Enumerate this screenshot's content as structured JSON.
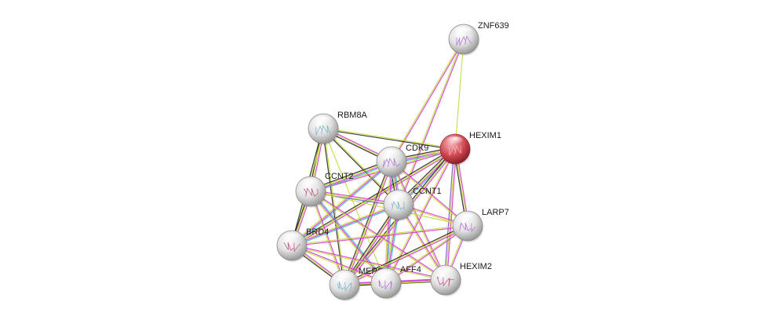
{
  "network": {
    "nodes": [
      {
        "id": "ZNF639",
        "label": "ZNF639",
        "query": false
      },
      {
        "id": "HEXIM1",
        "label": "HEXIM1",
        "query": true
      },
      {
        "id": "RBM8A",
        "label": "RBM8A",
        "query": false
      },
      {
        "id": "CDK9",
        "label": "CDK9",
        "query": false
      },
      {
        "id": "CCNT2",
        "label": "CCNT2",
        "query": false
      },
      {
        "id": "CCNT1",
        "label": "CCNT1",
        "query": false
      },
      {
        "id": "LARP7",
        "label": "LARP7",
        "query": false
      },
      {
        "id": "BRD4",
        "label": "BRD4",
        "query": false
      },
      {
        "id": "MEPCE",
        "label": "MEPCE",
        "query": false
      },
      {
        "id": "AFF4",
        "label": "AFF4",
        "query": false
      },
      {
        "id": "HEXIM2",
        "label": "HEXIM2",
        "query": false
      }
    ],
    "edges": [
      {
        "source": "ZNF639",
        "target": "HEXIM1",
        "evidence": [
          "textmining"
        ]
      },
      {
        "source": "ZNF639",
        "target": "CDK9",
        "evidence": [
          "experiments",
          "textmining"
        ]
      },
      {
        "source": "ZNF639",
        "target": "CCNT1",
        "evidence": [
          "experiments",
          "textmining"
        ]
      },
      {
        "source": "RBM8A",
        "target": "CDK9",
        "evidence": [
          "experiments",
          "textmining",
          "coexpression"
        ]
      },
      {
        "source": "RBM8A",
        "target": "HEXIM1",
        "evidence": [
          "textmining",
          "coexpression"
        ]
      },
      {
        "source": "RBM8A",
        "target": "CCNT2",
        "evidence": [
          "experiments",
          "textmining",
          "coexpression"
        ]
      },
      {
        "source": "RBM8A",
        "target": "CCNT1",
        "evidence": [
          "textmining",
          "coexpression"
        ]
      },
      {
        "source": "RBM8A",
        "target": "BRD4",
        "evidence": [
          "textmining",
          "coexpression"
        ]
      },
      {
        "source": "RBM8A",
        "target": "MEPCE",
        "evidence": [
          "textmining",
          "coexpression"
        ]
      },
      {
        "source": "RBM8A",
        "target": "AFF4",
        "evidence": [
          "textmining"
        ]
      },
      {
        "source": "HEXIM1",
        "target": "CDK9",
        "evidence": [
          "databases",
          "experiments",
          "textmining",
          "coexpression"
        ]
      },
      {
        "source": "HEXIM1",
        "target": "CCNT1",
        "evidence": [
          "databases",
          "experiments",
          "textmining",
          "coexpression"
        ]
      },
      {
        "source": "HEXIM1",
        "target": "CCNT2",
        "evidence": [
          "experiments",
          "textmining"
        ]
      },
      {
        "source": "HEXIM1",
        "target": "LARP7",
        "evidence": [
          "experiments",
          "textmining",
          "coexpression"
        ]
      },
      {
        "source": "HEXIM1",
        "target": "BRD4",
        "evidence": [
          "experiments",
          "textmining",
          "coexpression"
        ]
      },
      {
        "source": "HEXIM1",
        "target": "MEPCE",
        "evidence": [
          "experiments",
          "textmining",
          "coexpression"
        ]
      },
      {
        "source": "HEXIM1",
        "target": "AFF4",
        "evidence": [
          "experiments",
          "textmining"
        ]
      },
      {
        "source": "HEXIM1",
        "target": "HEXIM2",
        "evidence": [
          "experiments",
          "textmining",
          "homology"
        ]
      },
      {
        "source": "CDK9",
        "target": "CCNT1",
        "evidence": [
          "databases",
          "experiments",
          "textmining",
          "coexpression"
        ]
      },
      {
        "source": "CDK9",
        "target": "CCNT2",
        "evidence": [
          "databases",
          "experiments",
          "textmining",
          "coexpression"
        ]
      },
      {
        "source": "CDK9",
        "target": "LARP7",
        "evidence": [
          "experiments",
          "textmining"
        ]
      },
      {
        "source": "CDK9",
        "target": "BRD4",
        "evidence": [
          "databases",
          "experiments",
          "textmining"
        ]
      },
      {
        "source": "CDK9",
        "target": "MEPCE",
        "evidence": [
          "experiments",
          "textmining",
          "coexpression"
        ]
      },
      {
        "source": "CDK9",
        "target": "AFF4",
        "evidence": [
          "databases",
          "experiments",
          "textmining"
        ]
      },
      {
        "source": "CDK9",
        "target": "HEXIM2",
        "evidence": [
          "experiments",
          "textmining"
        ]
      },
      {
        "source": "CCNT2",
        "target": "CCNT1",
        "evidence": [
          "experiments",
          "textmining",
          "homology"
        ]
      },
      {
        "source": "CCNT2",
        "target": "BRD4",
        "evidence": [
          "experiments",
          "textmining",
          "coexpression"
        ]
      },
      {
        "source": "CCNT2",
        "target": "MEPCE",
        "evidence": [
          "experiments",
          "textmining"
        ]
      },
      {
        "source": "CCNT2",
        "target": "AFF4",
        "evidence": [
          "databases",
          "experiments",
          "textmining"
        ]
      },
      {
        "source": "CCNT2",
        "target": "LARP7",
        "evidence": [
          "textmining"
        ]
      },
      {
        "source": "CCNT2",
        "target": "HEXIM2",
        "evidence": [
          "experiments",
          "textmining"
        ]
      },
      {
        "source": "CCNT1",
        "target": "LARP7",
        "evidence": [
          "experiments",
          "textmining"
        ]
      },
      {
        "source": "CCNT1",
        "target": "BRD4",
        "evidence": [
          "databases",
          "experiments",
          "textmining"
        ]
      },
      {
        "source": "CCNT1",
        "target": "MEPCE",
        "evidence": [
          "experiments",
          "textmining",
          "coexpression"
        ]
      },
      {
        "source": "CCNT1",
        "target": "AFF4",
        "evidence": [
          "databases",
          "experiments",
          "textmining"
        ]
      },
      {
        "source": "CCNT1",
        "target": "HEXIM2",
        "evidence": [
          "experiments",
          "textmining"
        ]
      },
      {
        "source": "LARP7",
        "target": "BRD4",
        "evidence": [
          "experiments",
          "textmining"
        ]
      },
      {
        "source": "LARP7",
        "target": "MEPCE",
        "evidence": [
          "experiments",
          "textmining",
          "coexpression"
        ]
      },
      {
        "source": "LARP7",
        "target": "AFF4",
        "evidence": [
          "experiments",
          "textmining"
        ]
      },
      {
        "source": "LARP7",
        "target": "HEXIM2",
        "evidence": [
          "experiments",
          "textmining"
        ]
      },
      {
        "source": "BRD4",
        "target": "MEPCE",
        "evidence": [
          "experiments",
          "textmining",
          "coexpression"
        ]
      },
      {
        "source": "BRD4",
        "target": "AFF4",
        "evidence": [
          "experiments",
          "textmining"
        ]
      },
      {
        "source": "BRD4",
        "target": "HEXIM2",
        "evidence": [
          "experiments",
          "textmining"
        ]
      },
      {
        "source": "MEPCE",
        "target": "AFF4",
        "evidence": [
          "experiments",
          "textmining"
        ]
      },
      {
        "source": "MEPCE",
        "target": "HEXIM2",
        "evidence": [
          "experiments",
          "textmining",
          "coexpression"
        ]
      },
      {
        "source": "AFF4",
        "target": "HEXIM2",
        "evidence": [
          "experiments",
          "textmining"
        ]
      }
    ]
  },
  "evidence_colors": {
    "textmining": "#c8d93c",
    "experiments": "#d438d4",
    "databases": "#3bb5c8",
    "coexpression": "#222222",
    "homology": "#7a5ad0"
  },
  "node_colors": {
    "query": "#d8505a",
    "other": "#e4e4e4"
  }
}
